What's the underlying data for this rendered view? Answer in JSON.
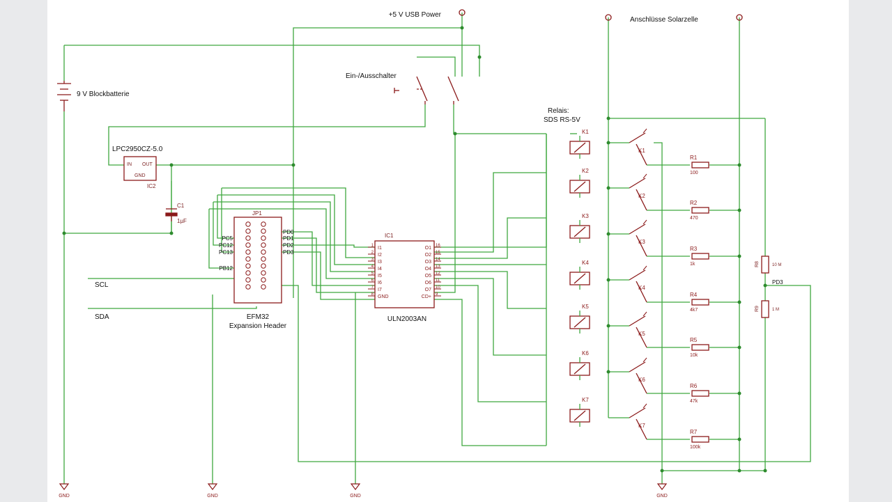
{
  "labels": {
    "usb_power": "+5 V USB Power",
    "solar_title": "Anschlüsse Solarzelle",
    "battery": "9 V Blockbatterie",
    "switch": "Ein-/Ausschalter",
    "relay_title": "Relais:",
    "relay_model": "SDS RS-5V",
    "regulator": "LPC2950CZ-5.0",
    "regulator_ref": "IC2",
    "reg_in": "IN",
    "reg_out": "OUT",
    "reg_gnd": "GND",
    "cap_ref": "C1",
    "cap_val": "1µF",
    "header_ref": "JP1",
    "header_name": "EFM32",
    "header_sub": "Expansion Header",
    "driver_ref": "IC1",
    "driver_name": "ULN2003AN",
    "scl": "SCL",
    "sda": "SDA",
    "pd3": "PD3",
    "r8": "R8",
    "r8_val": "10 M",
    "r9": "R9",
    "r9_val": "1 M",
    "gnd": "GND"
  },
  "header_left_pins": [
    "PC5",
    "PC12",
    "PC13",
    "PB12"
  ],
  "header_right_pins": [
    "PD0",
    "PD1",
    "PD2",
    "PD3"
  ],
  "driver_in_pins": [
    "I1",
    "I2",
    "I3",
    "I4",
    "I5",
    "I6",
    "I7",
    "GND"
  ],
  "driver_out_pins": [
    "O1",
    "O2",
    "O3",
    "O4",
    "O5",
    "O6",
    "O7",
    "CD+"
  ],
  "driver_pin_nums_left": [
    "1",
    "2",
    "3",
    "4",
    "5",
    "6",
    "7",
    "8"
  ],
  "driver_pin_nums_right": [
    "16",
    "15",
    "14",
    "13",
    "12",
    "11",
    "10",
    "9"
  ],
  "relays": [
    "K1",
    "K2",
    "K3",
    "K4",
    "K5",
    "K6",
    "K7"
  ],
  "resistors": [
    {
      "ref": "R1",
      "value": "100"
    },
    {
      "ref": "R2",
      "value": "470"
    },
    {
      "ref": "R3",
      "value": "1k"
    },
    {
      "ref": "R4",
      "value": "4k7"
    },
    {
      "ref": "R5",
      "value": "10k"
    },
    {
      "ref": "R6",
      "value": "47k"
    },
    {
      "ref": "R7",
      "value": "100k"
    }
  ],
  "colors": {
    "wire": "#3fa83f",
    "symbol": "#8b1a1a",
    "junction": "#2e8b2e",
    "page_bg": "#e9eaec",
    "sheet_bg": "#ffffff"
  }
}
